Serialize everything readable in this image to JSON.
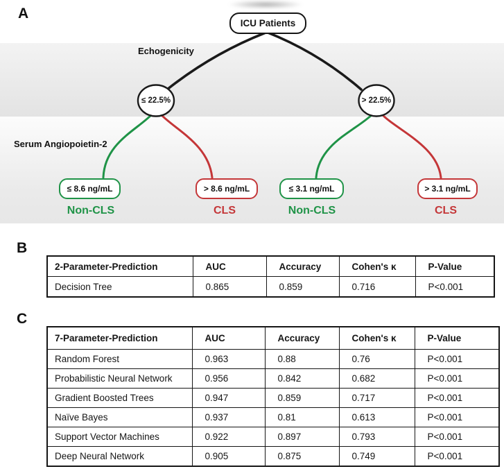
{
  "figure": {
    "panels": {
      "a": {
        "label": "A",
        "root_node": "ICU Patients",
        "level1_label": "Echogenicity",
        "level2_label": "Serum Angiopoietin-2",
        "node_left": "≤ 22.5%",
        "node_right": "> 22.5%",
        "leaves": [
          {
            "threshold": "≤ 8.6 ng/mL",
            "outcome": "Non-CLS"
          },
          {
            "threshold": "> 8.6 ng/mL",
            "outcome": "CLS"
          },
          {
            "threshold": "≤ 3.1 ng/mL",
            "outcome": "Non-CLS"
          },
          {
            "threshold": "> 3.1 ng/mL",
            "outcome": "CLS"
          }
        ],
        "colors": {
          "green": "#1f9347",
          "red": "#c43638",
          "black": "#1a1a1a"
        }
      },
      "b": {
        "label": "B",
        "table": {
          "headers": [
            "2-Parameter-Prediction",
            "AUC",
            "Accuracy",
            "Cohen's κ",
            "P-Value"
          ],
          "rows": [
            [
              "Decision Tree",
              "0.865",
              "0.859",
              "0.716",
              "P<0.001"
            ]
          ]
        }
      },
      "c": {
        "label": "C",
        "table": {
          "headers": [
            "7-Parameter-Prediction",
            "AUC",
            "Accuracy",
            "Cohen's κ",
            "P-Value"
          ],
          "rows": [
            [
              "Random Forest",
              "0.963",
              "0.88",
              "0.76",
              "P<0.001"
            ],
            [
              "Probabilistic Neural Network",
              "0.956",
              "0.842",
              "0.682",
              "P<0.001"
            ],
            [
              "Gradient Boosted Trees",
              "0.947",
              "0.859",
              "0.717",
              "P<0.001"
            ],
            [
              "Naïve Bayes",
              "0.937",
              "0.81",
              "0.613",
              "P<0.001"
            ],
            [
              "Support Vector Machines",
              "0.922",
              "0.897",
              "0.793",
              "P<0.001"
            ],
            [
              "Deep Neural Network",
              "0.905",
              "0.875",
              "0.749",
              "P<0.001"
            ]
          ]
        }
      }
    }
  }
}
